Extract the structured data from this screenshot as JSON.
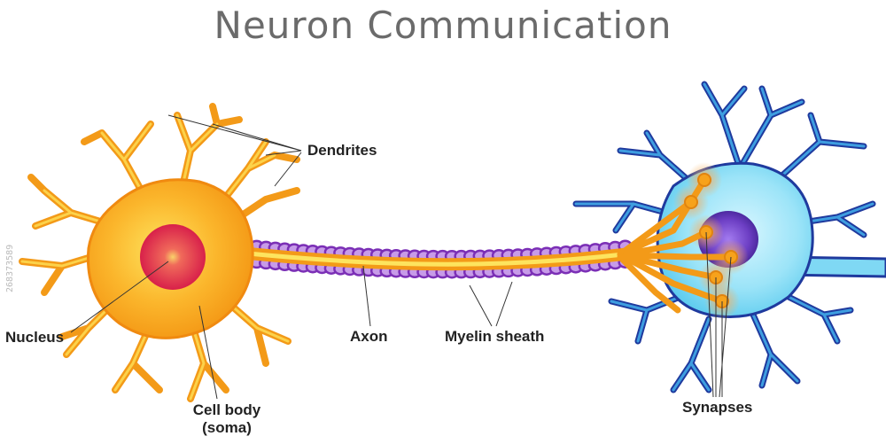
{
  "title": "Neuron Communication",
  "labels": {
    "dendrites": "Dendrites",
    "nucleus": "Nucleus",
    "axon": "Axon",
    "myelin_sheath": "Myelin sheath",
    "cell_body_line1": "Cell body",
    "cell_body_line2": "(soma)",
    "synapses": "Synapses"
  },
  "watermark": "268373589",
  "colors": {
    "presynaptic_neuron": "#f7a21b",
    "presynaptic_body_center": "#fde45e",
    "nucleus_outer": "#e8304d",
    "myelin": "#9b59c9",
    "postsynaptic_neuron": "#7fd8f4",
    "postsynaptic_outline": "#1f3a9e",
    "postsynaptic_nucleus": "#6d3fc4",
    "synapse_glow": "#f5a54a"
  }
}
